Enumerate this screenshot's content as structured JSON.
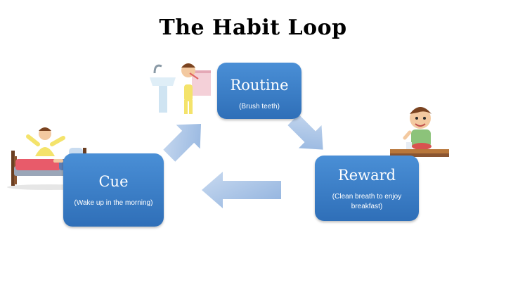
{
  "title": "The Habit Loop",
  "nodes": {
    "routine": {
      "label": "Routine",
      "detail": "(Brush teeth)"
    },
    "cue": {
      "label": "Cue",
      "detail": "(Wake up in the morning)"
    },
    "reward": {
      "label": "Reward",
      "detail": "(Clean breath to enjoy breakfast)"
    }
  },
  "colors": {
    "box_top": "#4a8fd6",
    "box_bottom": "#2f6fb8",
    "arrow": "#a9c4e6"
  },
  "icons": [
    "boy-waking-in-bed-icon",
    "boy-brushing-teeth-icon",
    "boy-eating-breakfast-icon",
    "arrow-icon"
  ]
}
